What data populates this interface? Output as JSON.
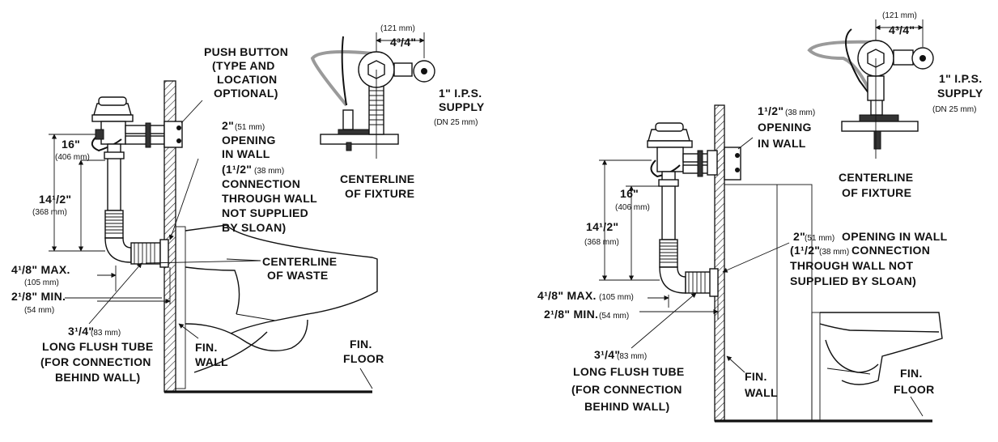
{
  "left": {
    "push_button": [
      "PUSH BUTTON",
      "(TYPE AND",
      "LOCATION",
      "OPTIONAL)"
    ],
    "width_mm": "(121 mm)",
    "width_in": "4³/4\"",
    "supply": [
      "1\" I.P.S.",
      "SUPPLY"
    ],
    "supply_dn": "(DN  25 mm)",
    "opening_big": "2\"",
    "opening_mm": "(51 mm)",
    "opening": [
      "OPENING",
      "IN WALL"
    ],
    "conn_big": "(1¹/2\"",
    "conn_mm": "(38 mm)",
    "conn": [
      "CONNECTION",
      "THROUGH WALL",
      "NOT SUPPLIED",
      "BY SLOAN)"
    ],
    "centerline_fixture": [
      "CENTERLINE",
      "OF FIXTURE"
    ],
    "centerline_waste": [
      "CENTERLINE",
      "OF WASTE"
    ],
    "dim16": "16\"",
    "dim16_mm": "(406 mm)",
    "dim14": "14¹/2\"",
    "dim14_mm": "(368 mm)",
    "max": "4¹/8\" MAX.",
    "max_mm": "(105 mm)",
    "min": "2¹/8\" MIN.",
    "min_mm": "(54 mm)",
    "tube_dim": "3¹/4\"",
    "tube_mm": "(83 mm)",
    "tube": [
      "LONG FLUSH TUBE",
      "(FOR CONNECTION",
      "BEHIND WALL)"
    ],
    "fin_wall": [
      "FIN.",
      "WALL"
    ],
    "fin_floor": [
      "FIN.",
      "FLOOR"
    ]
  },
  "right": {
    "width_mm": "(121 mm)",
    "width_in": "4³/4\"",
    "supply": [
      "1\" I.P.S.",
      "SUPPLY"
    ],
    "supply_dn": "(DN  25 mm)",
    "opening_big": "1¹/2\"",
    "opening_mm": "(38 mm)",
    "opening": [
      "OPENING",
      "IN WALL"
    ],
    "centerline_fixture": [
      "CENTERLINE",
      "OF FIXTURE"
    ],
    "dim16": "16\"",
    "dim16_mm": "(406 mm)",
    "dim14": "14¹/2\"",
    "dim14_mm": "(368 mm)",
    "wall2_big": "2\"",
    "wall2_mm": "(51 mm)",
    "wall2_rest": "OPENING IN WALL",
    "conn_big": "(1¹/2\"",
    "conn_mm": "(38 mm)",
    "conn_rest": "CONNECTION",
    "conn_lines": [
      "THROUGH WALL NOT",
      "SUPPLIED BY SLOAN)"
    ],
    "max": "4¹/8\" MAX.",
    "max_mm": "(105 mm)",
    "min": "2¹/8\" MIN.",
    "min_mm": "(54 mm)",
    "tube_dim": "3¹/4\"",
    "tube_mm": "(83 mm)",
    "tube": [
      "LONG FLUSH TUBE",
      "(FOR CONNECTION",
      "BEHIND WALL)"
    ],
    "fin_wall": [
      "FIN.",
      "WALL"
    ],
    "fin_floor": [
      "FIN.",
      "FLOOR"
    ]
  }
}
